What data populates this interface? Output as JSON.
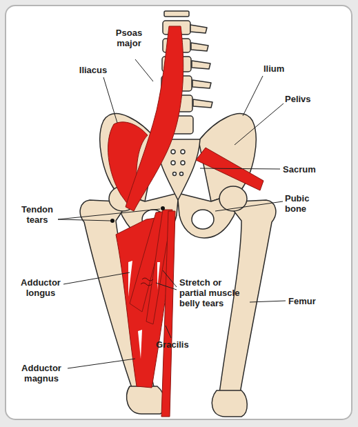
{
  "diagram": {
    "labels": [
      "Psoas major",
      "Iliacus",
      "Ilium",
      "Pelivs",
      "Sacrum",
      "Pubic bone",
      "Tendon tears",
      "Adductor longus",
      "Stretch or partial muscle belly tears",
      "Femur",
      "Gracilis",
      "Adductor magnus"
    ]
  }
}
